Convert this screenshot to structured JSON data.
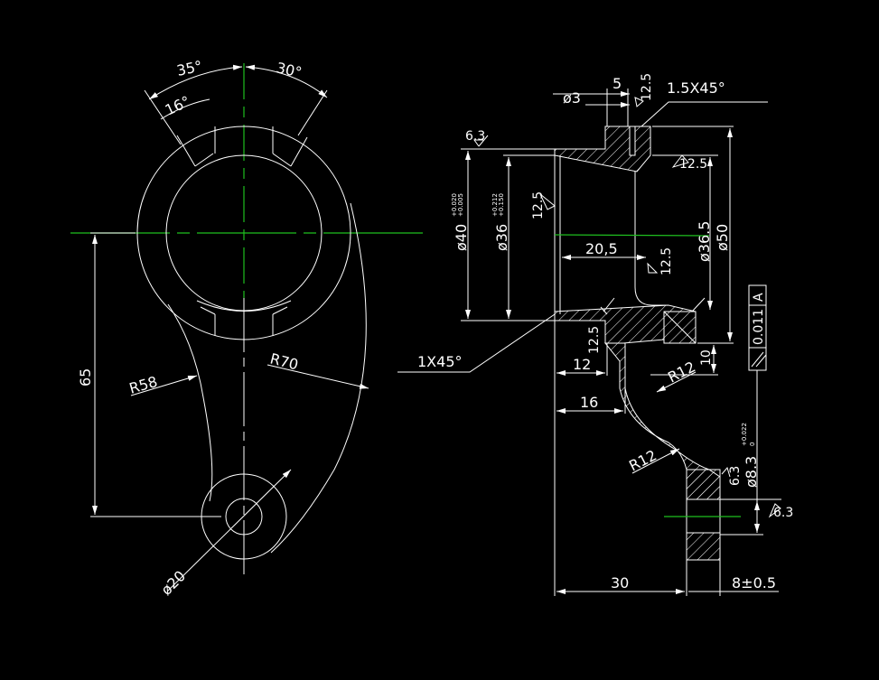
{
  "drawing": {
    "colors": {
      "background": "#000000",
      "lines": "#ffffff",
      "centerlines": "#1fbf1f"
    },
    "front_view": {
      "angle_35": "35°",
      "angle_30": "30°",
      "angle_16": "16°",
      "dim_65": "65",
      "radius_58": "R58",
      "radius_70": "R70",
      "dia_20": "ø20"
    },
    "section_view": {
      "dia_3": "ø3",
      "dim_5": "5",
      "rough_top": "12.5",
      "chamfer_top": "1.5X45°",
      "rough_6_3_left": "6.3",
      "rough_12_5_right": "12.5",
      "rough_12_5_bore": "12.5",
      "dia_40": "ø40",
      "dia_40_tol_upper": "+0.020",
      "dia_40_tol_lower": "+0.005",
      "dia_36": "ø36",
      "dia_36_tol_upper": "+0.212",
      "dia_36_tol_lower": "+0.150",
      "dim_20_5": "20,5",
      "rough_12_5_mid": "12.5",
      "dia_36_5": "ø36.5",
      "dia_50": "ø50",
      "chamfer_bottom": "1X45°",
      "rough_12_5_flange": "12.5",
      "dim_12": "12",
      "dim_16": "16",
      "radius_12_upper": "R12",
      "radius_12_lower": "R12",
      "dim_10": "10",
      "tolerance_value": "0.011",
      "datum": "A",
      "dia_8_3": "ø8.3",
      "dia_8_3_tol_upper": "+0.022",
      "dia_8_3_tol_lower": "0",
      "rough_6_3_arm": "6.3",
      "rough_6_3_hole": "6.3",
      "dim_30": "30",
      "dim_8": "8±0.5"
    }
  }
}
